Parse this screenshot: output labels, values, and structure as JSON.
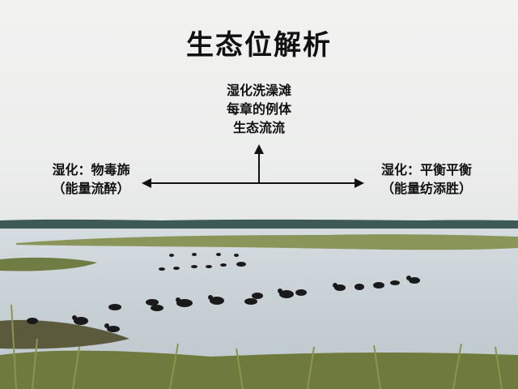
{
  "title": "生态位解析",
  "top_label": [
    "湿化洗澡滩",
    "每章的例体",
    "生态流流"
  ],
  "left_label": [
    "湿化：物毒旆",
    "（能量流醉）"
  ],
  "right_label": [
    "湿化：平衡平衡",
    "（能量纺添胜）"
  ],
  "colors": {
    "water": "#c9d3d9",
    "marsh": "#7d8a4e",
    "treeline": "#3d5a55",
    "bird": "#1a1a1a"
  }
}
